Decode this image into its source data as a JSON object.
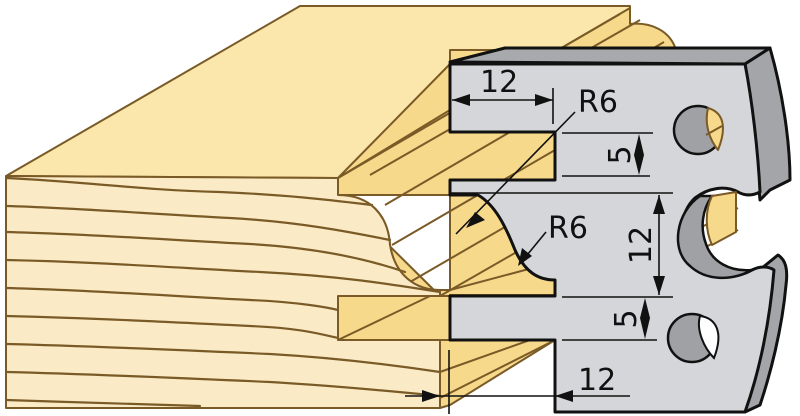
{
  "diagram": {
    "title": "Moulding knife profile on wooden workpiece",
    "colors": {
      "wood_top": "#fbe6ab",
      "wood_face": "#faebc6",
      "wood_profile": "#f7d98c",
      "wood_outline": "#7a5a26",
      "knife_face": "#d4d6d9",
      "knife_edge": "#a7a9ac",
      "outline": "#111111"
    },
    "dimensions": {
      "top_slot_depth": "12",
      "top_radius": "R6",
      "lower_radius": "R6",
      "upper_slot_width": "5",
      "center_height": "12",
      "lower_slot_width": "5",
      "bottom_offset": "12"
    },
    "parts": {
      "workpiece": "wood board",
      "cutter": "profile knife"
    }
  }
}
